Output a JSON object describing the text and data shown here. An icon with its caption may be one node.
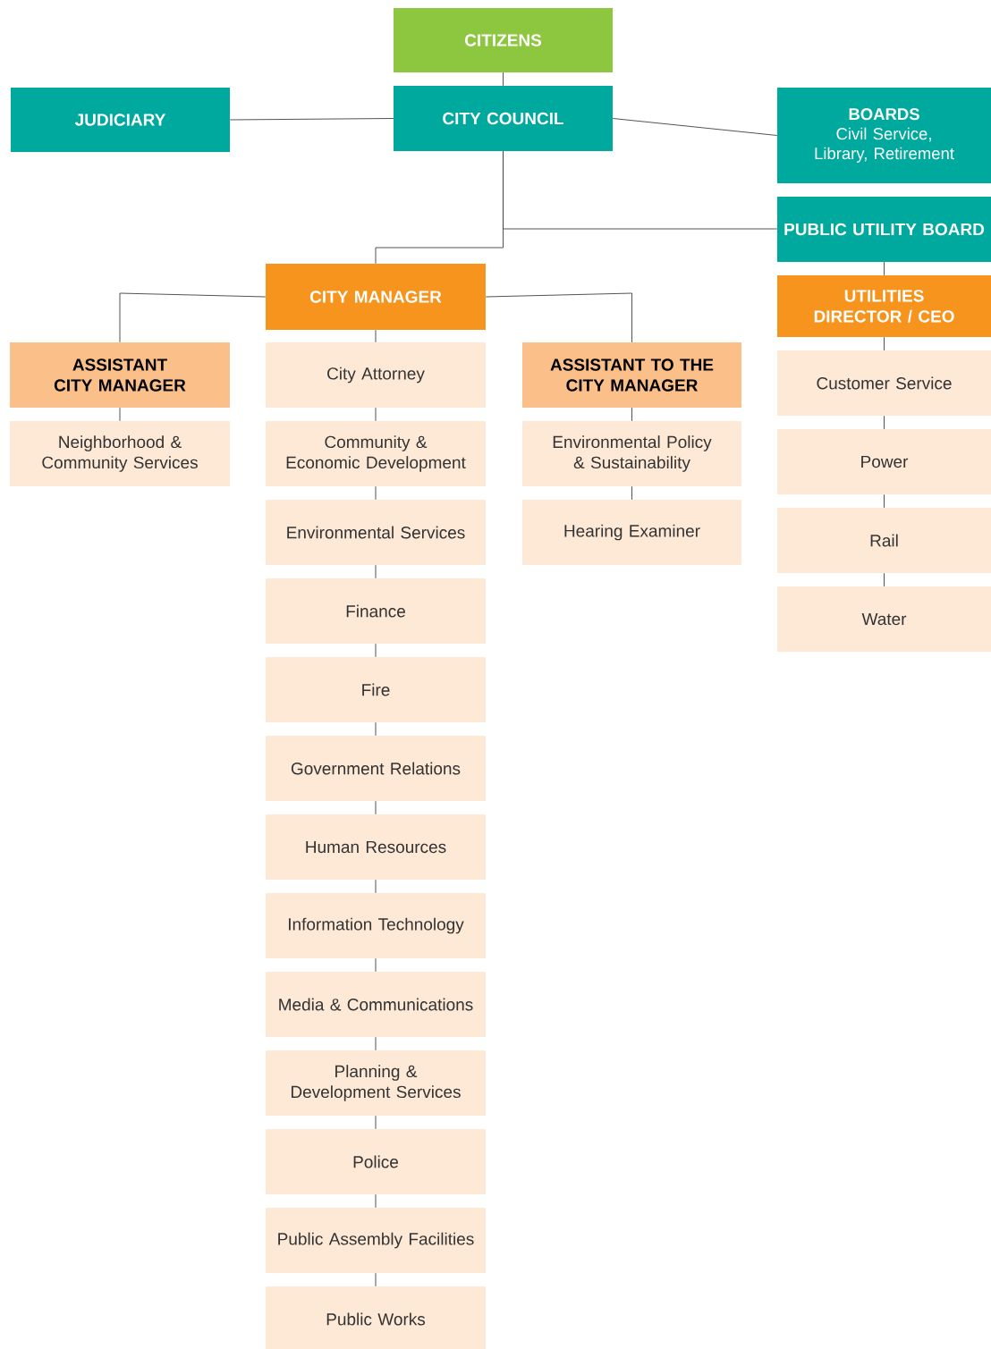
{
  "diagram": {
    "nodes": [
      {
        "text": [
          "CITIZENS"
        ]
      },
      {
        "text": [
          "JUDICIARY"
        ]
      },
      {
        "text": [
          "CITY COUNCIL"
        ]
      },
      {
        "text": [
          "BOARDS",
          "Civil Service, Library, Retirement"
        ]
      },
      {
        "text": [
          "PUBLIC UTILITY BOARD"
        ]
      },
      {
        "text": [
          "CITY MANAGER"
        ]
      },
      {
        "text": [
          "ASSISTANT CITY MANAGER"
        ]
      },
      {
        "text": [
          "Neighborhood & Community Services"
        ]
      },
      {
        "text": [
          "City Attorney"
        ]
      },
      {
        "text": [
          "Community & Economic Development"
        ]
      },
      {
        "text": [
          "Environmental Services"
        ]
      },
      {
        "text": [
          "Finance"
        ]
      },
      {
        "text": [
          "Fire"
        ]
      },
      {
        "text": [
          "Government Relations"
        ]
      },
      {
        "text": [
          "Human Resources"
        ]
      },
      {
        "text": [
          "Information Technology"
        ]
      },
      {
        "text": [
          "Media & Communications"
        ]
      },
      {
        "text": [
          "Planning & Development Services"
        ]
      },
      {
        "text": [
          "Police"
        ]
      },
      {
        "text": [
          "Public Assembly Facilities"
        ]
      },
      {
        "text": [
          "Public Works"
        ]
      },
      {
        "text": [
          "ASSISTANT TO THE CITY MANAGER"
        ]
      },
      {
        "text": [
          "Environmental Policy & Sustainability"
        ]
      },
      {
        "text": [
          "Hearing Examiner"
        ]
      },
      {
        "text": [
          "UTILITIES DIRECTOR / CEO"
        ]
      },
      {
        "text": [
          "Customer Service"
        ]
      },
      {
        "text": [
          "Power"
        ]
      },
      {
        "text": [
          "Rail"
        ]
      },
      {
        "text": [
          "Water"
        ]
      }
    ],
    "edges": [
      {
        "from": 0,
        "to": 2,
        "arrow": "none"
      },
      {
        "from": 1,
        "to": 2,
        "arrow": "none"
      },
      {
        "from": 2,
        "to": 3,
        "arrow": "none"
      },
      {
        "from": 2,
        "to": 4,
        "arrow": "none"
      },
      {
        "from": 2,
        "to": 5,
        "arrow": "none"
      },
      {
        "from": 5,
        "to": 6,
        "arrow": "none"
      },
      {
        "from": 6,
        "to": 7,
        "arrow": "none"
      },
      {
        "from": 5,
        "to": 8,
        "arrow": "none"
      },
      {
        "from": 8,
        "to": 9,
        "arrow": "none"
      },
      {
        "from": 9,
        "to": 10,
        "arrow": "none"
      },
      {
        "from": 10,
        "to": 11,
        "arrow": "none"
      },
      {
        "from": 11,
        "to": 12,
        "arrow": "none"
      },
      {
        "from": 12,
        "to": 13,
        "arrow": "none"
      },
      {
        "from": 13,
        "to": 14,
        "arrow": "none"
      },
      {
        "from": 14,
        "to": 15,
        "arrow": "none"
      },
      {
        "from": 15,
        "to": 16,
        "arrow": "none"
      },
      {
        "from": 16,
        "to": 17,
        "arrow": "none"
      },
      {
        "from": 17,
        "to": 18,
        "arrow": "none"
      },
      {
        "from": 18,
        "to": 19,
        "arrow": "none"
      },
      {
        "from": 19,
        "to": 20,
        "arrow": "none"
      },
      {
        "from": 5,
        "to": 21,
        "arrow": "none"
      },
      {
        "from": 21,
        "to": 22,
        "arrow": "none"
      },
      {
        "from": 22,
        "to": 23,
        "arrow": "none"
      },
      {
        "from": 4,
        "to": 24,
        "arrow": "none"
      },
      {
        "from": 24,
        "to": 25,
        "arrow": "none"
      },
      {
        "from": 25,
        "to": 26,
        "arrow": "none"
      },
      {
        "from": 26,
        "to": 27,
        "arrow": "none"
      },
      {
        "from": 27,
        "to": 28,
        "arrow": "none"
      }
    ]
  }
}
